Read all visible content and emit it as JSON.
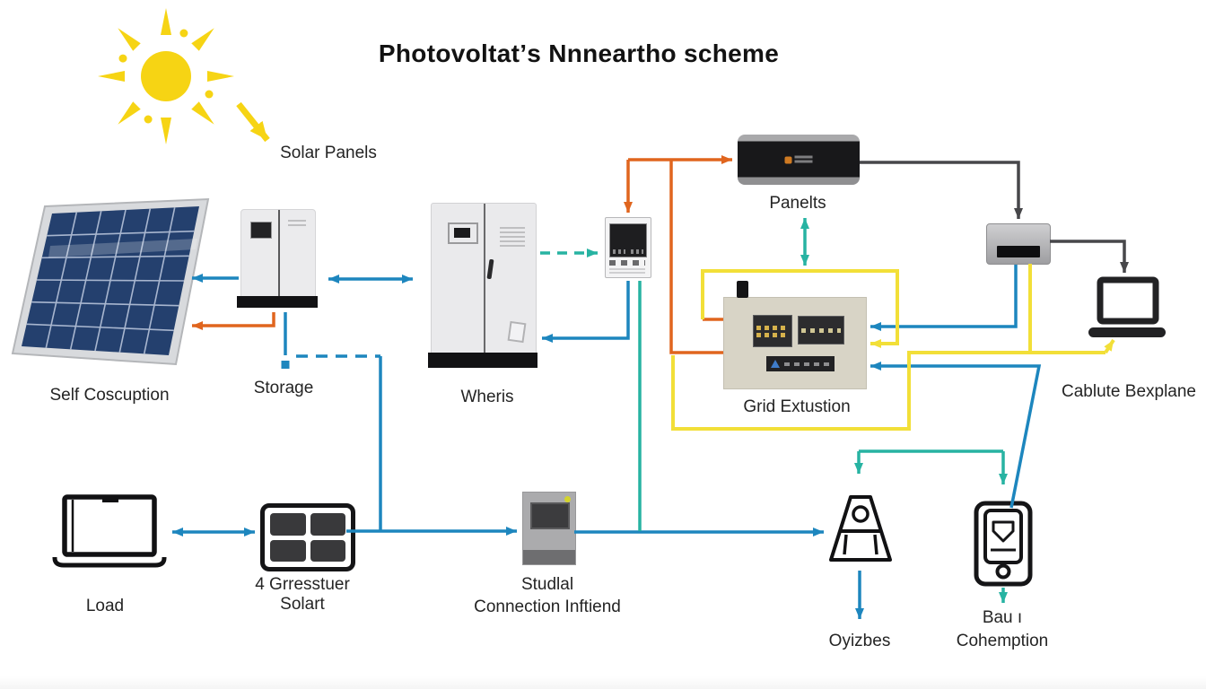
{
  "diagram": {
    "title": "Photovoltatʼs Nnneartho scheme",
    "labels": {
      "solar_panels": "Solar Panels",
      "self_consumption": "Self Coscuption",
      "storage": "Storage",
      "inverter": "Wheris",
      "panelts": "Panelts",
      "grid_extustion": "Grid Extustion",
      "cablute_bexplane": "Cablute Bexplane",
      "load": "Load",
      "battery_line1": "4 Grresstuer",
      "battery_line2": "Solart",
      "grid_connection_line1": "Studlal",
      "grid_connection_line2": "Connection Inftiend",
      "oyizbes": "Oyizbes",
      "consumption_line1": "Bau ı",
      "consumption_line2": "Cohemption"
    },
    "colors": {
      "blue": "#1d86be",
      "teal": "#27b3a2",
      "orange": "#e0651e",
      "yellow": "#f2df38",
      "dark_gray": "#47474a",
      "sun_yellow": "#f6d414",
      "panel_blue": "#24406e",
      "panel_grid": "#a8b6cf"
    }
  }
}
